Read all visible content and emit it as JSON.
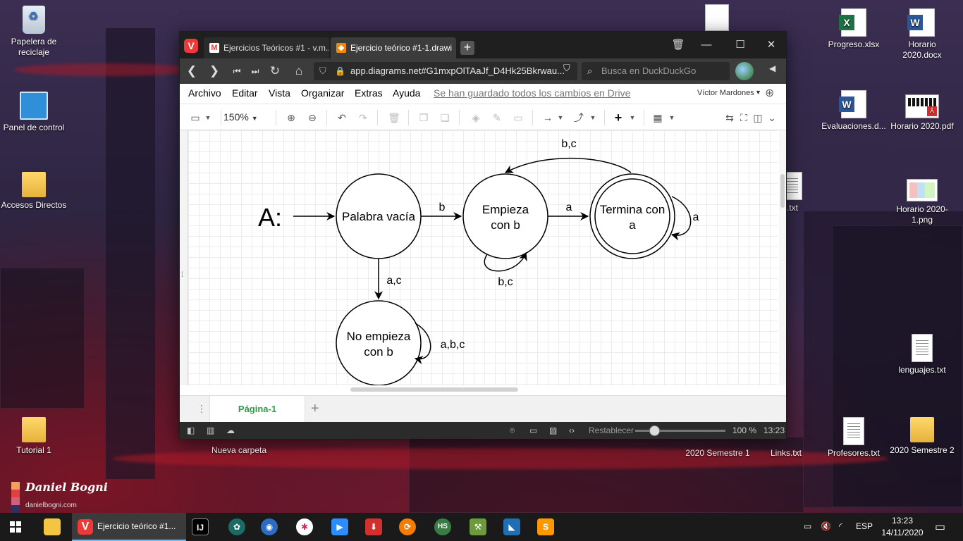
{
  "desktop": {
    "icons": [
      {
        "label": "Papelera de reciclaje"
      },
      {
        "label": "Panel de control"
      },
      {
        "label": "Accesos Directos"
      },
      {
        "label": "Tutorial 1"
      },
      {
        "label": "Nueva carpeta"
      },
      {
        "label": "Progreso.xlsx"
      },
      {
        "label": "Horario 2020.docx"
      },
      {
        "label": "Evaluaciones.d..."
      },
      {
        "label": "Horario 2020.pdf"
      },
      {
        "label": ".txt"
      },
      {
        "label": "Horario 2020-1.png"
      },
      {
        "label": "lenguajes.txt"
      },
      {
        "label": "2020 Semestre 1"
      },
      {
        "label": "Links.txt"
      },
      {
        "label": "Profesores.txt"
      },
      {
        "label": "2020 Semestre 2"
      }
    ],
    "logo": {
      "name": "Daniel Bogni",
      "url": "danielbogni.com"
    }
  },
  "browser": {
    "tabs": [
      {
        "label": "Ejercicios Teóricos #1 - v.m...",
        "icon": "gmail-icon"
      },
      {
        "label": "Ejercicio teórico #1-1.drawi",
        "icon": "drawio-icon"
      }
    ],
    "url": "app.diagrams.net#G1mxpOlTAaJf_D4Hk25Bkrwau...",
    "search_placeholder": "Busca en DuckDuckGo"
  },
  "app": {
    "menu": [
      "Archivo",
      "Editar",
      "Vista",
      "Organizar",
      "Extras",
      "Ayuda"
    ],
    "saved_status": "Se han guardado todos los cambios en Drive",
    "user": "Víctor Mardones",
    "zoom": "150%",
    "page_tab": "Página-1",
    "status": {
      "reset_label": "Restablecer",
      "zoom_pct": "100 %",
      "time": "13:23"
    }
  },
  "diagram": {
    "title": "A:",
    "states": {
      "s0": "Palabra vacía",
      "s1a": "Empieza",
      "s1b": "con b",
      "s2a": "Termina con",
      "s2b": "a",
      "s3a": "No empieza",
      "s3b": "con b"
    },
    "transitions": {
      "s0_s1": "b",
      "s1_s2": "a",
      "s2_s2": "a",
      "s1_s1": "b,c",
      "s2_s1": "b,c",
      "s0_s3": "a,c",
      "s3_s3": "a,b,c"
    }
  },
  "taskbar": {
    "active_task": "Ejercicio teórico #1...",
    "lang": "ESP",
    "time": "13:23",
    "date": "14/11/2020"
  }
}
